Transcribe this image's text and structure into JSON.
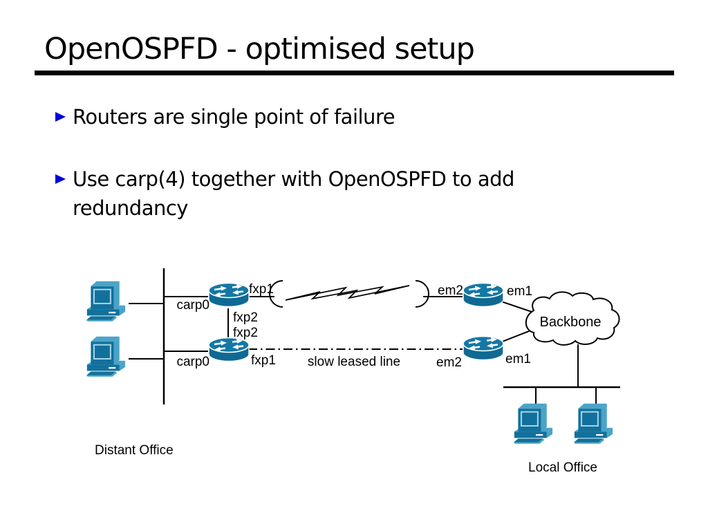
{
  "title": "OpenOSPFD - optimised setup",
  "bullets": [
    {
      "lines": [
        "Routers are single point of failure",
        ""
      ]
    },
    {
      "lines": [
        "Use carp(4) together with OpenOSPFD to add",
        "redundancy"
      ]
    }
  ],
  "colors": {
    "bullet_marker": "#0000dd",
    "device_fill": "#12719c",
    "device_light": "#4ba4c8",
    "line": "#000000",
    "background": "#ffffff"
  },
  "diagram": {
    "labels": {
      "carp0_top": "carp0",
      "fxp1_top": "fxp1",
      "fxp2_upper": "fxp2",
      "fxp2_lower": "fxp2",
      "carp0_bottom": "carp0",
      "fxp1_bottom": "fxp1",
      "slow_leased_line": "slow leased line",
      "em2_top": "em2",
      "em1_top": "em1",
      "em2_bottom": "em2",
      "em1_bottom": "em1",
      "backbone": "Backbone",
      "distant_office": "Distant Office",
      "local_office": "Local Office"
    }
  }
}
